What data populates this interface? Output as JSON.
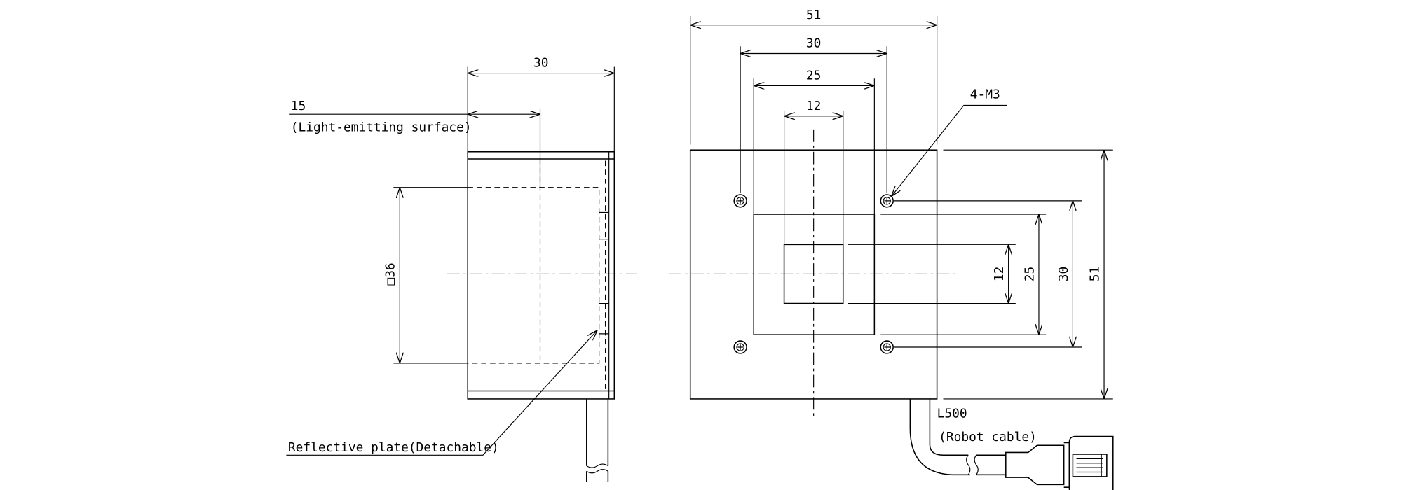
{
  "side_view": {
    "dim_width": "30",
    "dim_emitting": "15",
    "emitting_label": "(Light-emitting surface)",
    "dim_square": "□36",
    "reflective_label": "Reflective plate(Detachable)"
  },
  "front_view": {
    "dim_top_51": "51",
    "dim_top_30": "30",
    "dim_top_25": "25",
    "dim_top_12": "12",
    "dim_right_12": "12",
    "dim_right_25": "25",
    "dim_right_30": "30",
    "dim_right_51": "51",
    "holes_label": "4-M3",
    "cable_length": "L500",
    "cable_label": "(Robot cable)"
  }
}
